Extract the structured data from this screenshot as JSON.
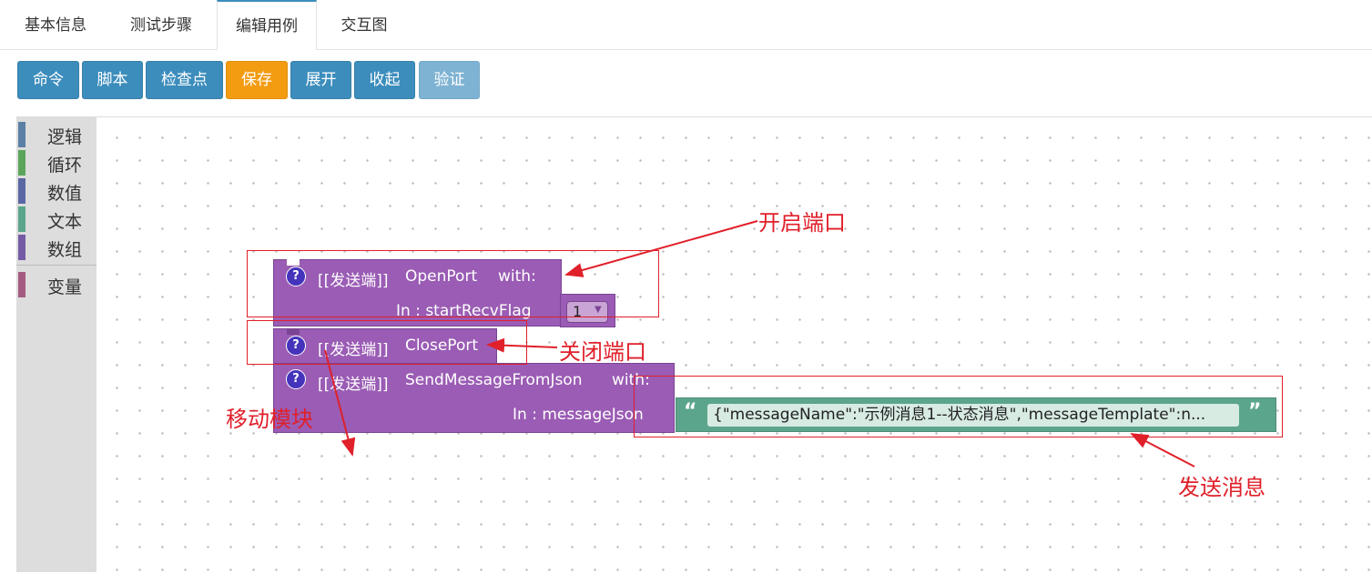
{
  "tabs": [
    "基本信息",
    "测试步骤",
    "编辑用例",
    "交互图"
  ],
  "active_tab": "编辑用例",
  "toolbar": {
    "command": "命令",
    "script": "脚本",
    "checkpoint": "检查点",
    "save": "保存",
    "expand": "展开",
    "collapse": "收起",
    "verify": "验证"
  },
  "toolbox": {
    "categories": [
      {
        "label": "逻辑",
        "color": "#5b80a5"
      },
      {
        "label": "循环",
        "color": "#5ba55b"
      },
      {
        "label": "数值",
        "color": "#5b67a5"
      },
      {
        "label": "文本",
        "color": "#5ba58c"
      },
      {
        "label": "数组",
        "color": "#745ba5"
      },
      {
        "label": "变量",
        "color": "#a55b80"
      }
    ]
  },
  "blocks": {
    "help_glyph": "?",
    "open_port": {
      "prefix": "[[发送端]]",
      "name": "OpenPort",
      "with": "with:",
      "input_label": "In : startRecvFlag",
      "input_value": "1"
    },
    "close_port": {
      "prefix": "[[发送端]]",
      "name": "ClosePort"
    },
    "send_message": {
      "prefix": "[[发送端]]",
      "name": "SendMessageFromJson",
      "with": "with:",
      "input_label": "In : messageJson",
      "string_value": "{\"messageName\":\"示例消息1--状态消息\",\"messageTemplate\":n..."
    },
    "block_color": "#9a5cb4",
    "text_block_color": "#5ba58c"
  },
  "annotations": {
    "open_port": "开启端口",
    "close_port": "关闭端口",
    "move_block": "移动模块",
    "send_message": "发送消息",
    "color": "#e0202a"
  }
}
